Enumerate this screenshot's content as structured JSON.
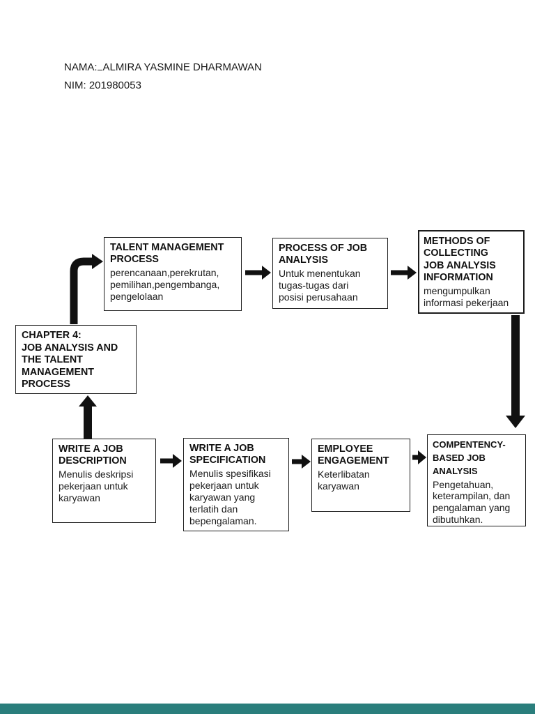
{
  "page": {
    "background": "#ffffff",
    "footer_bar_color": "#2a7e7c",
    "arrow_color": "#111111"
  },
  "header": {
    "name_label": "NAMA:",
    "name_value": "ALMIRA YASMINE DHARMAWAN",
    "nim_line": "NIM: 201980053"
  },
  "diagram": {
    "nodes": [
      {
        "id": "chapter",
        "title": "CHAPTER 4:\nJOB ANALYSIS AND\nTHE TALENT\nMANAGEMENT\nPROCESS",
        "body": ""
      },
      {
        "id": "talent-management-process",
        "title": "TALENT MANAGEMENT\nPROCESS",
        "body": "perencanaan,perekrutan,\npemilihan,pengembanga,\npengelolaan"
      },
      {
        "id": "process-of-job-analysis",
        "title": "PROCESS OF JOB\nANALYSIS",
        "body": "Untuk menentukan\ntugas-tugas dari\nposisi perusahaan"
      },
      {
        "id": "methods-of-collecting",
        "title": "METHODS OF\nCOLLECTING\nJOB ANALYSIS\nINFORMATION",
        "body": "mengumpulkan\ninformasi pekerjaan"
      },
      {
        "id": "write-a-job-description",
        "title": "WRITE A JOB\nDESCRIPTION",
        "body": "Menulis deskripsi\npekerjaan untuk\nkaryawan"
      },
      {
        "id": "write-a-job-specification",
        "title": "WRITE A JOB\nSPECIFICATION",
        "body": "Menulis spesifikasi\npekerjaan untuk\nkaryawan yang\nterlatih dan\nbepengalaman."
      },
      {
        "id": "employee-engagement",
        "title": "EMPLOYEE\nENGAGEMENT",
        "body": "Keterlibatan\nkaryawan"
      },
      {
        "id": "competency-based-job-analysis",
        "title": "COMPENTENCY-\nBASED JOB\nANALYSIS",
        "body": "Pengetahuan,\nketerampilan, dan\npengalaman yang\ndibutuhkan."
      }
    ],
    "edges": [
      {
        "from": "chapter",
        "to": "talent-management-process",
        "shape": "elbow-up-right"
      },
      {
        "from": "talent-management-process",
        "to": "process-of-job-analysis",
        "shape": "right"
      },
      {
        "from": "process-of-job-analysis",
        "to": "methods-of-collecting",
        "shape": "right"
      },
      {
        "from": "methods-of-collecting",
        "to": "competency-based-job-analysis",
        "shape": "down"
      },
      {
        "from": "write-a-job-description",
        "to": "chapter",
        "shape": "up"
      },
      {
        "from": "write-a-job-description",
        "to": "write-a-job-specification",
        "shape": "right"
      },
      {
        "from": "write-a-job-specification",
        "to": "employee-engagement",
        "shape": "right"
      },
      {
        "from": "employee-engagement",
        "to": "competency-based-job-analysis",
        "shape": "right"
      }
    ]
  }
}
